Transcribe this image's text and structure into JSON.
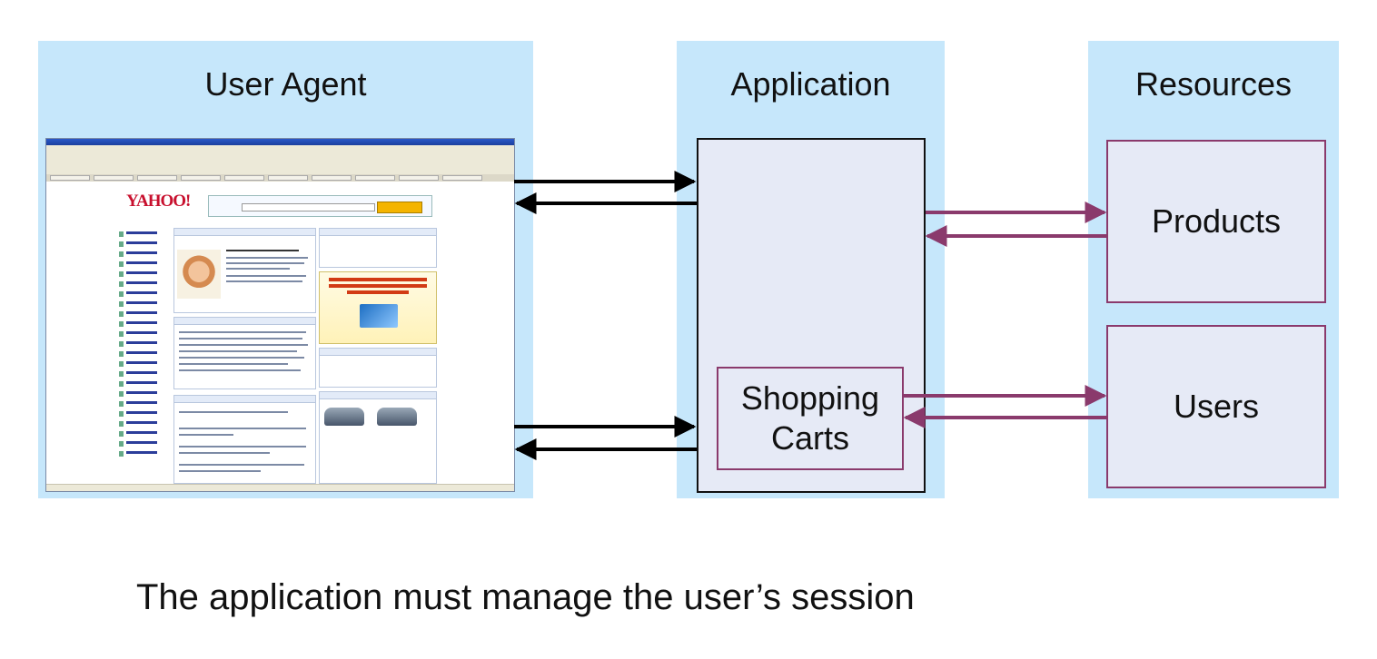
{
  "panels": {
    "user_agent": {
      "title": "User Agent"
    },
    "application": {
      "title": "Application"
    },
    "resources": {
      "title": "Resources"
    }
  },
  "boxes": {
    "shopping_carts": {
      "line1": "Shopping",
      "line2": "Carts"
    },
    "products": {
      "label": "Products"
    },
    "users": {
      "label": "Users"
    }
  },
  "caption": "The application must manage the user’s session",
  "screenshot": {
    "logo": "YAHOO!"
  },
  "colors": {
    "panel_background": "#c6e7fb",
    "box_fill": "#e6eaf6",
    "application_border": "#111111",
    "resource_border": "#8a3a6c",
    "arrow_black": "#000000",
    "arrow_maroon": "#8a3a6c"
  }
}
